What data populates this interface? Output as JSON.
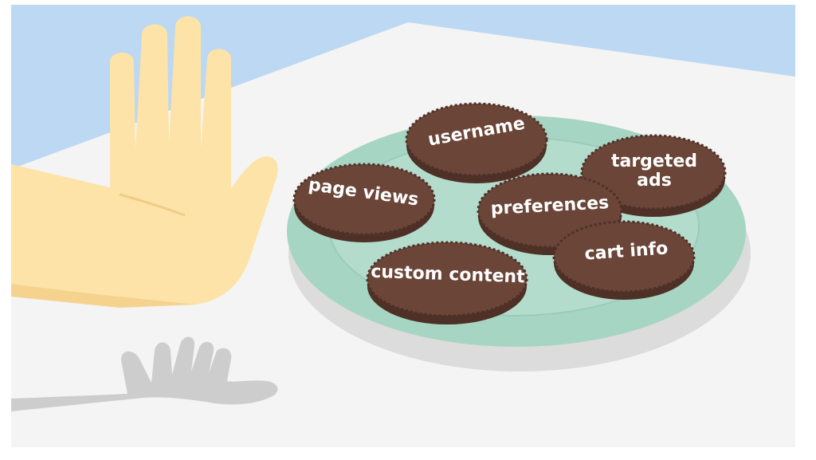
{
  "colors": {
    "sky": "#bcd8f2",
    "tabletop": "#f4f4f4",
    "plate": "#a6d5c3",
    "plate_rim": "#b7e0d0",
    "plate_shadow": "#dcdcdc",
    "cookie": "#6a4538",
    "cookie_edge": "#4e3027",
    "hand": "#fde3a8",
    "hand_shade": "#f5d38f",
    "hand_shadow": "#cdcdcd"
  },
  "cookies": [
    {
      "id": "username",
      "label": "username"
    },
    {
      "id": "page-views",
      "label": "page views"
    },
    {
      "id": "targeted-ads",
      "label": [
        "targeted",
        "ads"
      ]
    },
    {
      "id": "preferences",
      "label": "preferences"
    },
    {
      "id": "cart-info",
      "label": "cart info"
    },
    {
      "id": "custom-content",
      "label": "custom content"
    }
  ]
}
